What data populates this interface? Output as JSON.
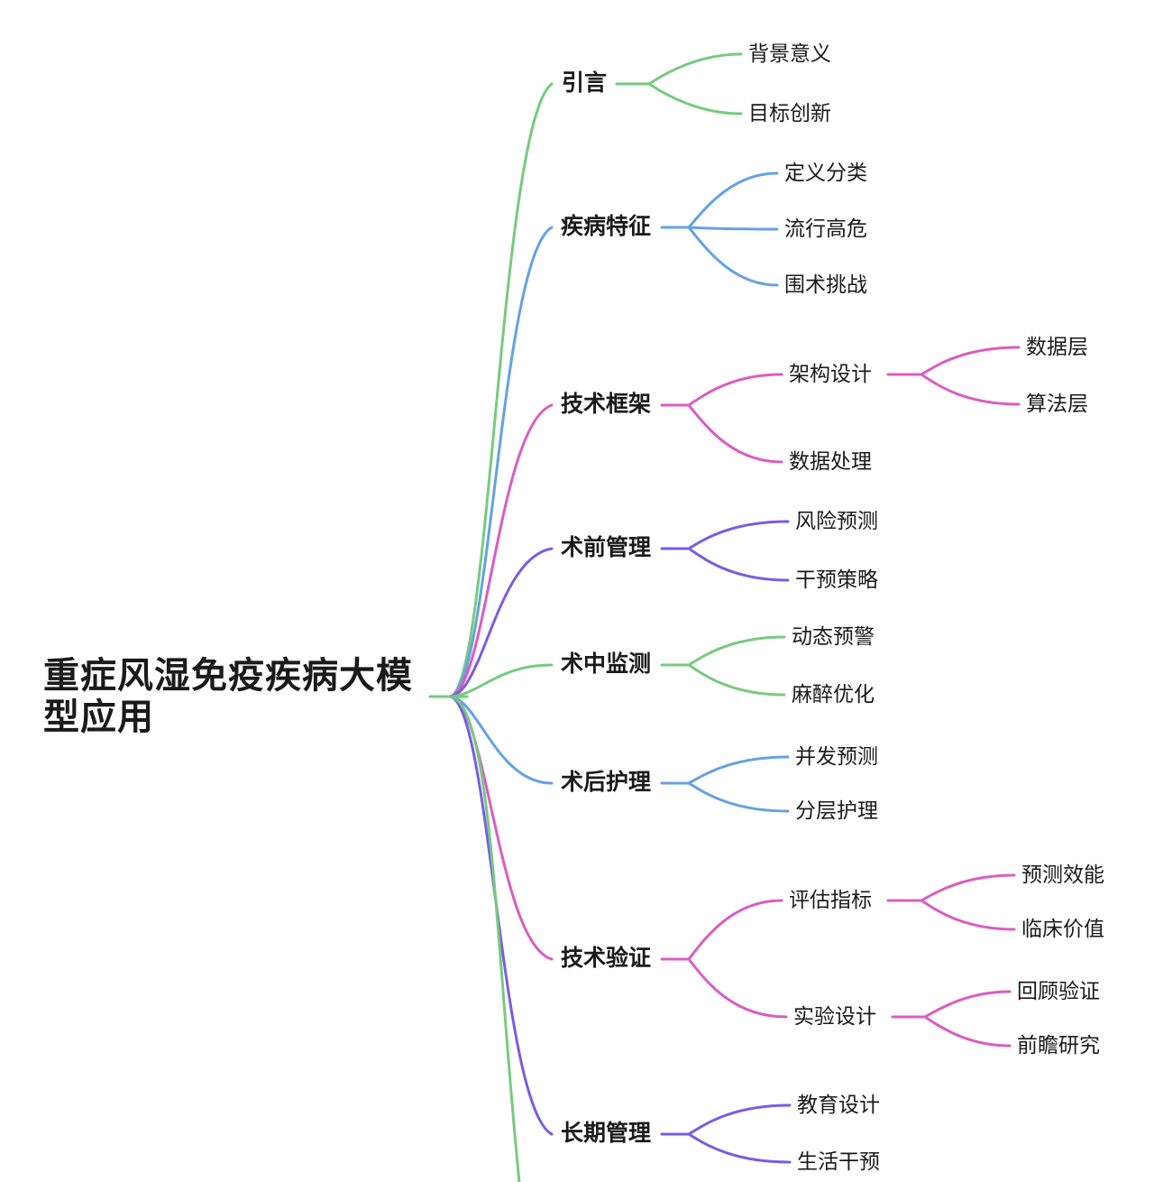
{
  "palette": {
    "green": "#76CB7E",
    "blue": "#64A2E3",
    "pink": "#DB5CC0",
    "purple": "#7A5CE2",
    "text": "#1A1A1A",
    "background": "#FFFFFF"
  },
  "mindmap": {
    "root": {
      "label": "重症风湿免疫疾病大模型应用"
    },
    "branches": [
      {
        "label": "引言",
        "color": "green",
        "children": [
          {
            "label": "背景意义"
          },
          {
            "label": "目标创新"
          }
        ]
      },
      {
        "label": "疾病特征",
        "color": "blue",
        "children": [
          {
            "label": "定义分类"
          },
          {
            "label": "流行高危"
          },
          {
            "label": "围术挑战"
          }
        ]
      },
      {
        "label": "技术框架",
        "color": "pink",
        "children": [
          {
            "label": "架构设计",
            "children": [
              {
                "label": "数据层"
              },
              {
                "label": "算法层"
              }
            ]
          },
          {
            "label": "数据处理"
          }
        ]
      },
      {
        "label": "术前管理",
        "color": "purple",
        "children": [
          {
            "label": "风险预测"
          },
          {
            "label": "干预策略"
          }
        ]
      },
      {
        "label": "术中监测",
        "color": "green",
        "children": [
          {
            "label": "动态预警"
          },
          {
            "label": "麻醉优化"
          }
        ]
      },
      {
        "label": "术后护理",
        "color": "blue",
        "children": [
          {
            "label": "并发预测"
          },
          {
            "label": "分层护理"
          }
        ]
      },
      {
        "label": "技术验证",
        "color": "pink",
        "children": [
          {
            "label": "评估指标",
            "children": [
              {
                "label": "预测效能"
              },
              {
                "label": "临床价值"
              }
            ]
          },
          {
            "label": "实验设计",
            "children": [
              {
                "label": "回顾验证"
              },
              {
                "label": "前瞻研究"
              }
            ]
          }
        ]
      },
      {
        "label": "长期管理",
        "color": "purple",
        "children": [
          {
            "label": "教育设计"
          },
          {
            "label": "生活干预"
          }
        ]
      }
    ]
  }
}
